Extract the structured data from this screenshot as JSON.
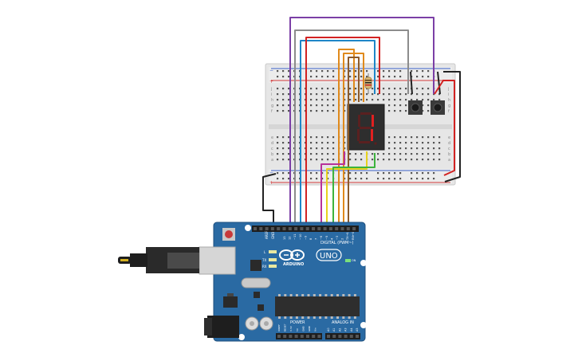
{
  "board": {
    "brand_text": "ARDUINO",
    "model_text": "UNO",
    "digital_header_label": "DIGITAL (PWM~)",
    "power_label": "POWER",
    "analog_label": "ANALOG IN",
    "on_label": "ON",
    "l_label": "L",
    "tx_label": "TX",
    "rx_label": "RX",
    "aref_label": "AREF",
    "gnd_label": "GND",
    "digital_pin_labels": [
      "13",
      "12",
      "~11",
      "~10",
      "~9",
      "8",
      "7",
      "~6",
      "~5",
      "4",
      "~3",
      "2",
      "TX→1",
      "RX←0"
    ],
    "power_pin_labels": [
      "IOREF",
      "RESET",
      "3.3V",
      "5V",
      "GND",
      "GND",
      "Vin"
    ],
    "analog_pin_labels": [
      "A0",
      "A1",
      "A2",
      "A3",
      "A4",
      "A5"
    ]
  },
  "breadboard": {
    "row_letters_top": [
      "j",
      "i",
      "h",
      "g",
      "f"
    ],
    "row_letters_bottom": [
      "e",
      "d",
      "c",
      "b",
      "a"
    ],
    "rail_plus": "+",
    "rail_minus": "−"
  },
  "display": {
    "digit_shown": "1"
  },
  "colors": {
    "board": "#2a6aa3",
    "breadboard": "#e8e8e8",
    "wire_purple": "#7b3fa6",
    "wire_gray": "#8c8c8c",
    "wire_blue": "#1f86c8",
    "wire_red": "#d22222",
    "wire_orange": "#e08a1c",
    "wire_brown": "#8b5a2b",
    "wire_magenta": "#b8329a",
    "wire_yellow": "#e6d21e",
    "wire_green": "#3db33d",
    "wire_black": "#222222",
    "segment_on": "#e02020",
    "segment_off": "#5a2020"
  }
}
